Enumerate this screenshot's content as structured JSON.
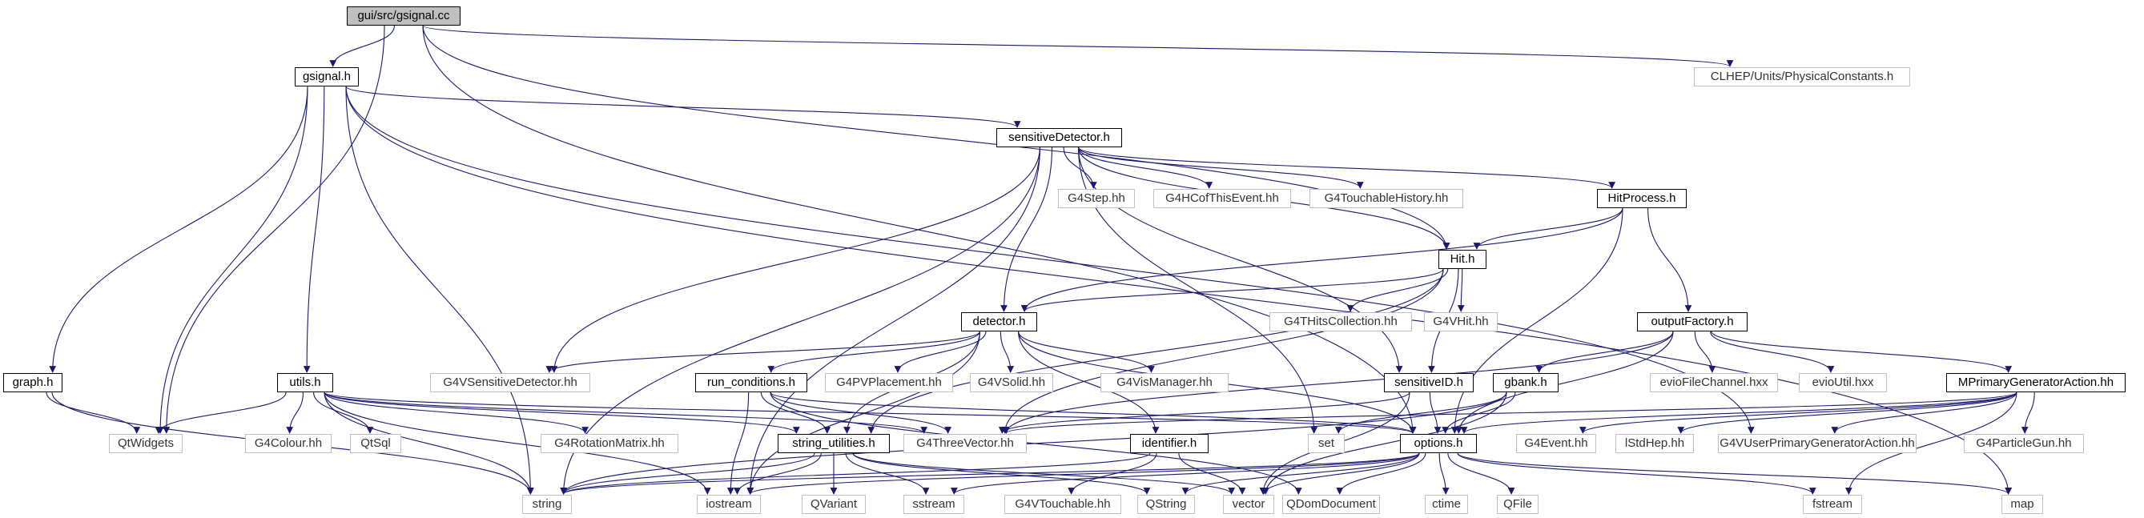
{
  "colors": {
    "edge": "#191970",
    "root_fill": "#bfbfbf",
    "project_border": "#000000",
    "system_border": "#bfbfbf"
  },
  "nodes": {
    "gsignal_cc": "gui/src/gsignal.cc",
    "gsignal_h": "gsignal.h",
    "clhep": "CLHEP/Units/PhysicalConstants.h",
    "sensitiveDetector_h": "sensitiveDetector.h",
    "G4Step_hh": "G4Step.hh",
    "G4HCofThisEvent_hh": "G4HCofThisEvent.hh",
    "G4TouchableHistory_hh": "G4TouchableHistory.hh",
    "HitProcess_h": "HitProcess.h",
    "Hit_h": "Hit.h",
    "G4THitsCollection_hh": "G4THitsCollection.hh",
    "G4VHit_hh": "G4VHit.hh",
    "outputFactory_h": "outputFactory.h",
    "detector_h": "detector.h",
    "graph_h": "graph.h",
    "utils_h": "utils.h",
    "G4VSensitiveDetector_hh": "G4VSensitiveDetector.hh",
    "run_conditions_h": "run_conditions.h",
    "G4PVPlacement_hh": "G4PVPlacement.hh",
    "G4VSolid_hh": "G4VSolid.hh",
    "G4VisManager_hh": "G4VisManager.hh",
    "sensitiveID_h": "sensitiveID.h",
    "gbank_h": "gbank.h",
    "evioFileChannel_hxx": "evioFileChannel.hxx",
    "evioUtil_hxx": "evioUtil.hxx",
    "MPrimaryGeneratorAction_hh": "MPrimaryGeneratorAction.hh",
    "QtWidgets": "QtWidgets",
    "G4Colour_hh": "G4Colour.hh",
    "QtSql": "QtSql",
    "G4RotationMatrix_hh": "G4RotationMatrix.hh",
    "string_utilities_h": "string_utilities.h",
    "G4ThreeVector_hh": "G4ThreeVector.hh",
    "identifier_h": "identifier.h",
    "set": "set",
    "options_h": "options.h",
    "G4Event_hh": "G4Event.hh",
    "IStdHep_hh": "lStdHep.hh",
    "G4VUserPrimaryGeneratorAction_hh": "G4VUserPrimaryGeneratorAction.hh",
    "G4ParticleGun_hh": "G4ParticleGun.hh",
    "string": "string",
    "iostream": "iostream",
    "QVariant": "QVariant",
    "sstream": "sstream",
    "G4VTouchable_hh": "G4VTouchable.hh",
    "QString": "QString",
    "vector": "vector",
    "QDomDocument": "QDomDocument",
    "ctime": "ctime",
    "QFile": "QFile",
    "fstream": "fstream",
    "map": "map"
  }
}
